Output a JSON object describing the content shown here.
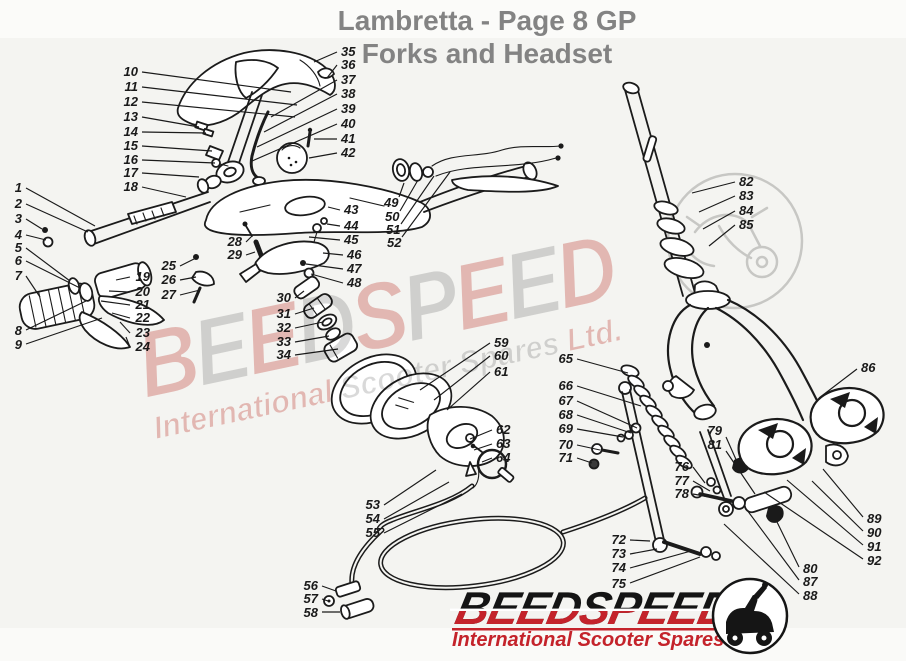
{
  "title": {
    "line1": "Lambretta - Page 8 GP",
    "line2": "Forks and Headset"
  },
  "colors": {
    "background": "#f4f4f1",
    "title_gray": "#838383",
    "line_art": "#1b1b1b",
    "brand_red": "#c4232b",
    "watermark_red": "#c9453c",
    "watermark_gray": "#8f8f8f"
  },
  "watermark": {
    "brand_letters": [
      {
        "ch": "B",
        "c": "red"
      },
      {
        "ch": "E",
        "c": "gray"
      },
      {
        "ch": "E",
        "c": "red"
      },
      {
        "ch": "D",
        "c": "gray"
      },
      {
        "ch": "S",
        "c": "red"
      },
      {
        "ch": "P",
        "c": "gray"
      },
      {
        "ch": "E",
        "c": "red"
      },
      {
        "ch": "E",
        "c": "gray"
      },
      {
        "ch": "D",
        "c": "red"
      }
    ],
    "tagline_words": [
      {
        "t": "International ",
        "c": "red"
      },
      {
        "t": "Scooter ",
        "c": "gray"
      },
      {
        "t": "Spares ",
        "c": "gray"
      },
      {
        "t": "Ltd.",
        "c": "red"
      }
    ],
    "colors": {
      "red": "#c9453c",
      "gray": "#8f8f8f"
    }
  },
  "logo": {
    "brand": "BEEDSPEED",
    "tagline": "International Scooter Spares",
    "suffix": " Ltd.",
    "colors": {
      "black": "#141414",
      "red": "#c4232b"
    }
  },
  "diagram": {
    "callouts": [
      [
        1,
        22,
        192,
        "e",
        26,
        188,
        95,
        226
      ],
      [
        2,
        22,
        208,
        "e",
        26,
        204,
        88,
        232
      ],
      [
        3,
        22,
        223,
        "e",
        26,
        219,
        42,
        229
      ],
      [
        4,
        22,
        239,
        "e",
        26,
        235,
        46,
        240
      ],
      [
        5,
        22,
        252,
        "e",
        26,
        248,
        70,
        281
      ],
      [
        6,
        22,
        265,
        "e",
        26,
        261,
        80,
        288
      ],
      [
        7,
        22,
        280,
        "e",
        26,
        276,
        40,
        297
      ],
      [
        8,
        22,
        335,
        "e",
        26,
        330,
        86,
        301
      ],
      [
        9,
        22,
        349,
        "e",
        26,
        344,
        102,
        318
      ],
      [
        10,
        138,
        76,
        "e",
        142,
        72,
        291,
        92
      ],
      [
        11,
        138,
        91,
        "e",
        142,
        87,
        297,
        105
      ],
      [
        12,
        138,
        106,
        "e",
        142,
        102,
        295,
        117
      ],
      [
        13,
        138,
        121,
        "e",
        142,
        117,
        199,
        127
      ],
      [
        14,
        138,
        136,
        "e",
        142,
        132,
        206,
        133
      ],
      [
        15,
        138,
        150,
        "e",
        142,
        146,
        212,
        151
      ],
      [
        16,
        138,
        164,
        "e",
        142,
        160,
        215,
        163
      ],
      [
        17,
        138,
        177,
        "e",
        142,
        173,
        199,
        177
      ],
      [
        18,
        138,
        191,
        "e",
        142,
        187,
        186,
        197
      ],
      [
        19,
        150,
        281,
        "e",
        130,
        277,
        116,
        280
      ],
      [
        20,
        150,
        296,
        "e",
        130,
        292,
        109,
        291
      ],
      [
        21,
        150,
        309,
        "e",
        130,
        305,
        101,
        301
      ],
      [
        22,
        150,
        322,
        "e",
        130,
        318,
        112,
        313
      ],
      [
        23,
        150,
        337,
        "e",
        130,
        333,
        120,
        322
      ],
      [
        24,
        150,
        351,
        "e",
        130,
        347,
        126,
        337
      ],
      [
        25,
        176,
        270,
        "e",
        180,
        266,
        194,
        259
      ],
      [
        26,
        176,
        284,
        "e",
        180,
        280,
        196,
        277
      ],
      [
        27,
        176,
        299,
        "e",
        180,
        295,
        200,
        290
      ],
      [
        28,
        242,
        246,
        "e",
        246,
        242,
        252,
        236
      ],
      [
        29,
        242,
        259,
        "e",
        246,
        255,
        255,
        252
      ],
      [
        30,
        291,
        302,
        "e",
        295,
        298,
        304,
        291
      ],
      [
        31,
        291,
        318,
        "e",
        295,
        314,
        314,
        308
      ],
      [
        32,
        291,
        332,
        "e",
        295,
        328,
        323,
        322
      ],
      [
        33,
        291,
        346,
        "e",
        295,
        342,
        329,
        336
      ],
      [
        34,
        291,
        359,
        "e",
        295,
        355,
        338,
        349
      ],
      [
        35,
        341,
        56,
        "s",
        337,
        52,
        314,
        62
      ],
      [
        36,
        341,
        69,
        "s",
        337,
        65,
        327,
        78
      ],
      [
        37,
        341,
        84,
        "s",
        337,
        80,
        271,
        117
      ],
      [
        38,
        341,
        98,
        "s",
        337,
        94,
        264,
        132
      ],
      [
        39,
        341,
        113,
        "s",
        337,
        109,
        257,
        147
      ],
      [
        40,
        341,
        128,
        "s",
        337,
        124,
        252,
        161
      ],
      [
        41,
        341,
        143,
        "s",
        337,
        139,
        314,
        139
      ],
      [
        42,
        341,
        157,
        "s",
        337,
        153,
        309,
        158
      ],
      [
        43,
        344,
        214,
        "s",
        340,
        210,
        328,
        207
      ],
      [
        44,
        344,
        230,
        "s",
        340,
        226,
        327,
        224
      ],
      [
        45,
        344,
        244,
        "s",
        340,
        240,
        309,
        237
      ],
      [
        46,
        347,
        259,
        "s",
        343,
        255,
        323,
        253
      ],
      [
        47,
        347,
        273,
        "s",
        343,
        269,
        306,
        264
      ],
      [
        48,
        347,
        287,
        "s",
        343,
        283,
        311,
        274
      ],
      [
        49,
        384,
        207,
        "s",
        399,
        197,
        404,
        183
      ],
      [
        50,
        385,
        221,
        "s",
        400,
        211,
        418,
        180
      ],
      [
        51,
        386,
        234,
        "s",
        401,
        224,
        434,
        176
      ],
      [
        52,
        387,
        247,
        "s",
        402,
        237,
        450,
        172
      ],
      [
        53,
        380,
        509,
        "e",
        384,
        505,
        436,
        470
      ],
      [
        54,
        380,
        523,
        "e",
        384,
        519,
        449,
        482
      ],
      [
        55,
        380,
        537,
        "e",
        384,
        533,
        462,
        494
      ],
      [
        56,
        318,
        590,
        "e",
        322,
        586,
        336,
        591
      ],
      [
        57,
        318,
        603,
        "e",
        322,
        599,
        328,
        601
      ],
      [
        58,
        318,
        617,
        "e",
        322,
        612,
        340,
        612
      ],
      [
        59,
        494,
        347,
        "s",
        490,
        343,
        420,
        390
      ],
      [
        60,
        494,
        360,
        "s",
        490,
        356,
        434,
        400
      ],
      [
        61,
        494,
        376,
        "s",
        490,
        372,
        447,
        410
      ],
      [
        62,
        496,
        434,
        "s",
        492,
        430,
        470,
        439
      ],
      [
        63,
        496,
        448,
        "s",
        492,
        444,
        474,
        450
      ],
      [
        64,
        496,
        462,
        "s",
        492,
        458,
        482,
        462
      ],
      [
        65,
        573,
        363,
        "e",
        577,
        359,
        628,
        373
      ],
      [
        66,
        573,
        390,
        "e",
        577,
        386,
        641,
        406
      ],
      [
        67,
        573,
        405,
        "e",
        577,
        401,
        637,
        428
      ],
      [
        68,
        573,
        419,
        "e",
        577,
        415,
        631,
        433
      ],
      [
        69,
        573,
        433,
        "e",
        577,
        429,
        623,
        437
      ],
      [
        70,
        573,
        449,
        "e",
        577,
        445,
        600,
        450
      ],
      [
        71,
        573,
        462,
        "e",
        577,
        458,
        592,
        463
      ],
      [
        72,
        626,
        544,
        "e",
        630,
        540,
        650,
        541
      ],
      [
        73,
        626,
        558,
        "e",
        630,
        554,
        657,
        549
      ],
      [
        74,
        626,
        572,
        "e",
        630,
        568,
        691,
        551
      ],
      [
        75,
        626,
        588,
        "e",
        630,
        583,
        700,
        557
      ],
      [
        76,
        689,
        471,
        "e",
        693,
        467,
        705,
        483
      ],
      [
        77,
        689,
        485,
        "e",
        693,
        481,
        710,
        491
      ],
      [
        78,
        689,
        498,
        "e",
        693,
        494,
        715,
        498
      ],
      [
        79,
        722,
        435,
        "e",
        726,
        437,
        738,
        464
      ],
      [
        80,
        803,
        573,
        "s",
        799,
        567,
        777,
        522
      ],
      [
        81,
        722,
        449,
        "e",
        726,
        451,
        755,
        494
      ],
      [
        82,
        739,
        186,
        "s",
        735,
        182,
        692,
        193
      ],
      [
        83,
        739,
        200,
        "s",
        735,
        196,
        699,
        212
      ],
      [
        84,
        739,
        215,
        "s",
        735,
        211,
        703,
        229
      ],
      [
        85,
        739,
        229,
        "s",
        735,
        225,
        709,
        246
      ],
      [
        86,
        861,
        372,
        "s",
        857,
        369,
        819,
        398
      ],
      [
        87,
        803,
        586,
        "s",
        799,
        580,
        747,
        510
      ],
      [
        88,
        803,
        600,
        "s",
        799,
        594,
        724,
        524
      ],
      [
        89,
        867,
        523,
        "s",
        863,
        517,
        823,
        469
      ],
      [
        90,
        867,
        537,
        "s",
        863,
        531,
        812,
        481
      ],
      [
        91,
        867,
        551,
        "s",
        863,
        545,
        787,
        480
      ],
      [
        92,
        867,
        565,
        "s",
        863,
        559,
        764,
        492
      ]
    ]
  }
}
